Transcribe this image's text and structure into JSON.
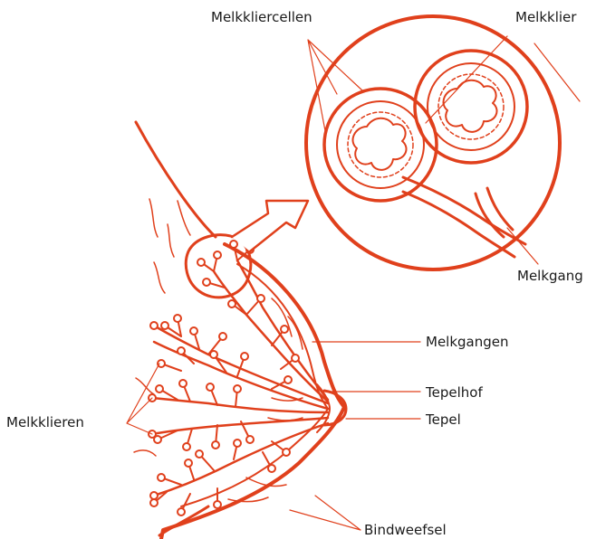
{
  "colors": {
    "ink": "#e0401c",
    "fill": "#ffffff",
    "label_text": "#1a1a1a"
  },
  "labels": {
    "melkkliercellen": "Melkkliercellen",
    "melkklier": "Melkklier",
    "melkgang": "Melkgang",
    "melkgangen": "Melkgangen",
    "tepelhof": "Tepelhof",
    "tepel": "Tepel",
    "melkklieren": "Melkklieren",
    "bindweefsel": "Bindweefsel"
  }
}
